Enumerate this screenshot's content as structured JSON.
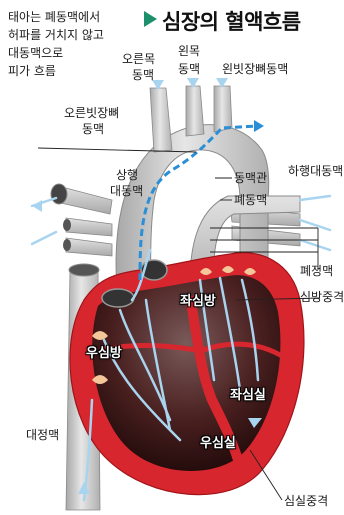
{
  "title": "심장의 혈액흐름",
  "notes": {
    "fetal_line1": "태아는 폐동맥에서",
    "fetal_line2": "허파를 거치지 않고",
    "fetal_line3": "대동맥으로",
    "fetal_line4": "피가 흐름"
  },
  "labels": {
    "right_carotid_1": "오른목",
    "right_carotid_2": "동맥",
    "left_carotid_1": "왼목",
    "left_carotid_2": "동맥",
    "left_subclavian": "왼빗장뼈동맥",
    "right_subclavian_1": "오른빗장뼈",
    "right_subclavian_2": "동맥",
    "ascending_aorta_1": "상행",
    "ascending_aorta_2": "대동맥",
    "ductus": "동맥관",
    "descending_aorta": "하행대동맥",
    "pulmonary_artery": "폐동맥",
    "pulmonary_vein": "폐정맥",
    "atrial_septum": "심방중격",
    "vena_cava": "대정맥",
    "ventricular_septum": "심실중격"
  },
  "chambers": {
    "left_atrium": "좌심방",
    "right_atrium": "우심방",
    "left_ventricle": "좌심실",
    "right_ventricle": "우심실"
  },
  "colors": {
    "title_marker": "#1d8f6a",
    "heart_red": "#d8262f",
    "heart_dark": "#3b1414",
    "vessel_gray": "#c9c9c9",
    "flow_blue": "#a9d4f0",
    "fetal_flow": "#2a8fd6",
    "valve": "#f3c79a"
  }
}
